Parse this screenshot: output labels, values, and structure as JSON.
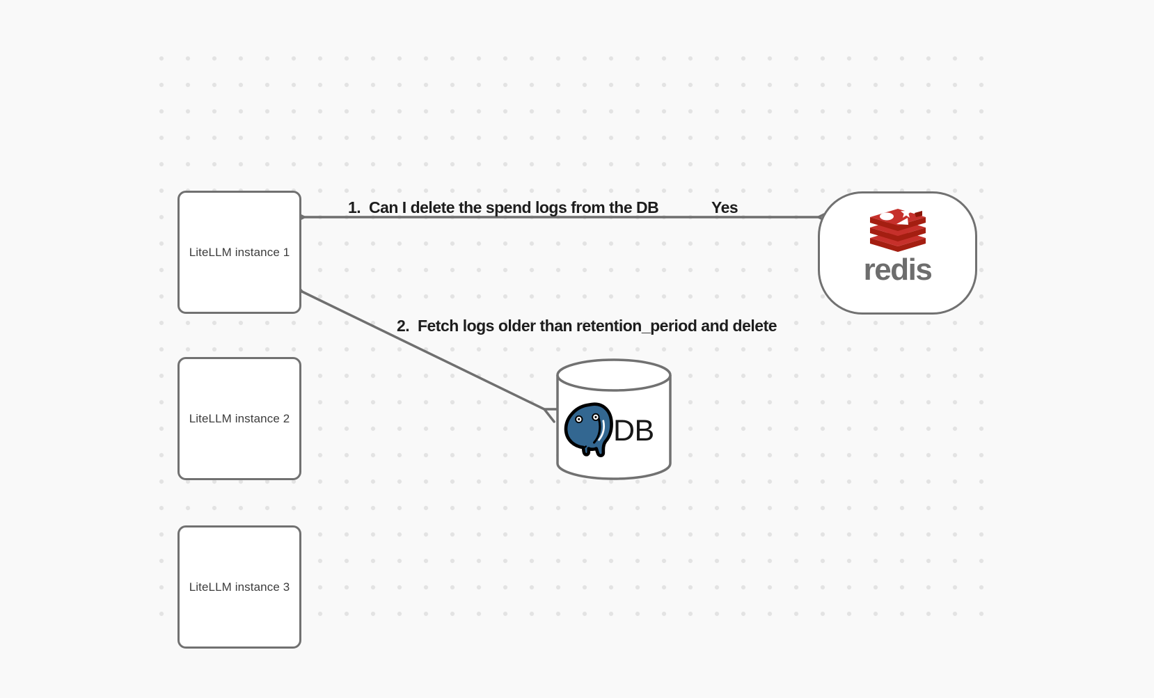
{
  "canvas": {
    "background": "#f9f9f9",
    "dot_color": "#e3e3e3",
    "stroke_color": "#6f6f6f",
    "box_border_color": "#717171",
    "text_color": "#1d1d1d"
  },
  "nodes": {
    "instances": [
      {
        "label": "LiteLLM instance 1"
      },
      {
        "label": "LiteLLM instance 2"
      },
      {
        "label": "LiteLLM instance 3"
      }
    ],
    "redis": {
      "label": "redis"
    },
    "db": {
      "label": "DB"
    }
  },
  "annotations": {
    "step1": "1.  Can I delete the spend logs from the DB",
    "step1_answer": "Yes",
    "step2": "2.  Fetch logs older than retention_period and delete"
  },
  "colors": {
    "redis_red": "#c6302b",
    "redis_dark_red": "#a41e11",
    "redis_notch": "#8c1607",
    "redis_wordmark": "#6d6d6d",
    "postgres_blue": "#336791",
    "db_text": "#181818"
  }
}
